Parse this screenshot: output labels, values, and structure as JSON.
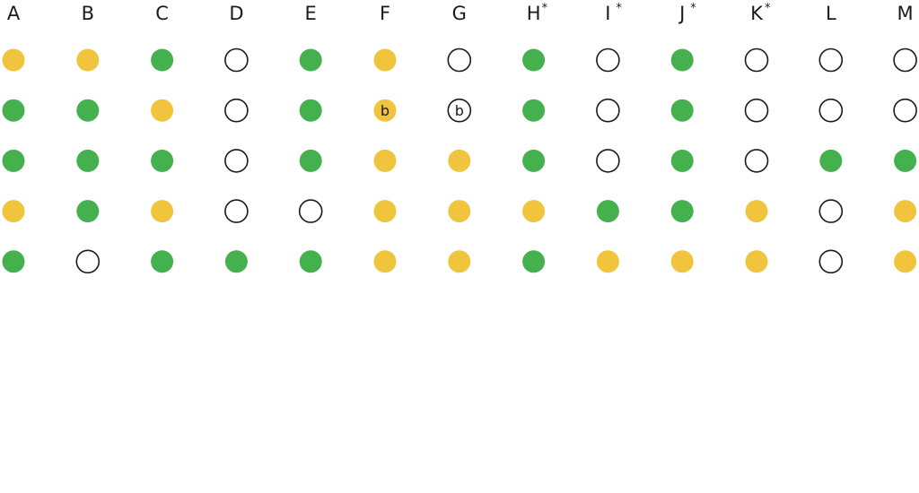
{
  "chart_data": {
    "type": "table",
    "columns": [
      {
        "label": "A",
        "mark": ""
      },
      {
        "label": "B",
        "mark": ""
      },
      {
        "label": "C",
        "mark": ""
      },
      {
        "label": "D",
        "mark": ""
      },
      {
        "label": "E",
        "mark": ""
      },
      {
        "label": "F",
        "mark": ""
      },
      {
        "label": "G",
        "mark": ""
      },
      {
        "label": "H",
        "mark": "*"
      },
      {
        "label": "I",
        "mark": "*"
      },
      {
        "label": "J",
        "mark": "*"
      },
      {
        "label": "K",
        "mark": "*"
      },
      {
        "label": "L",
        "mark": ""
      },
      {
        "label": "M",
        "mark": ""
      }
    ],
    "rows": [
      [
        {
          "status": "yellow",
          "note": ""
        },
        {
          "status": "yellow",
          "note": ""
        },
        {
          "status": "green",
          "note": ""
        },
        {
          "status": "empty",
          "note": ""
        },
        {
          "status": "green",
          "note": ""
        },
        {
          "status": "yellow",
          "note": ""
        },
        {
          "status": "empty",
          "note": ""
        },
        {
          "status": "green",
          "note": ""
        },
        {
          "status": "empty",
          "note": ""
        },
        {
          "status": "green",
          "note": ""
        },
        {
          "status": "empty",
          "note": ""
        },
        {
          "status": "empty",
          "note": ""
        },
        {
          "status": "empty",
          "note": ""
        }
      ],
      [
        {
          "status": "green",
          "note": ""
        },
        {
          "status": "green",
          "note": ""
        },
        {
          "status": "yellow",
          "note": ""
        },
        {
          "status": "empty",
          "note": ""
        },
        {
          "status": "green",
          "note": ""
        },
        {
          "status": "yellow",
          "note": "b"
        },
        {
          "status": "empty",
          "note": "b"
        },
        {
          "status": "green",
          "note": ""
        },
        {
          "status": "empty",
          "note": ""
        },
        {
          "status": "green",
          "note": ""
        },
        {
          "status": "empty",
          "note": ""
        },
        {
          "status": "empty",
          "note": ""
        },
        {
          "status": "empty",
          "note": ""
        }
      ],
      [
        {
          "status": "green",
          "note": ""
        },
        {
          "status": "green",
          "note": ""
        },
        {
          "status": "green",
          "note": ""
        },
        {
          "status": "empty",
          "note": ""
        },
        {
          "status": "green",
          "note": ""
        },
        {
          "status": "yellow",
          "note": ""
        },
        {
          "status": "yellow",
          "note": ""
        },
        {
          "status": "green",
          "note": ""
        },
        {
          "status": "empty",
          "note": ""
        },
        {
          "status": "green",
          "note": ""
        },
        {
          "status": "empty",
          "note": ""
        },
        {
          "status": "green",
          "note": ""
        },
        {
          "status": "green",
          "note": ""
        }
      ],
      [
        {
          "status": "yellow",
          "note": ""
        },
        {
          "status": "green",
          "note": ""
        },
        {
          "status": "yellow",
          "note": ""
        },
        {
          "status": "empty",
          "note": ""
        },
        {
          "status": "empty",
          "note": ""
        },
        {
          "status": "yellow",
          "note": ""
        },
        {
          "status": "yellow",
          "note": ""
        },
        {
          "status": "yellow",
          "note": ""
        },
        {
          "status": "green",
          "note": ""
        },
        {
          "status": "green",
          "note": ""
        },
        {
          "status": "yellow",
          "note": ""
        },
        {
          "status": "empty",
          "note": ""
        },
        {
          "status": "yellow",
          "note": ""
        }
      ],
      [
        {
          "status": "green",
          "note": ""
        },
        {
          "status": "empty",
          "note": ""
        },
        {
          "status": "green",
          "note": ""
        },
        {
          "status": "green",
          "note": ""
        },
        {
          "status": "green",
          "note": ""
        },
        {
          "status": "yellow",
          "note": ""
        },
        {
          "status": "yellow",
          "note": ""
        },
        {
          "status": "green",
          "note": ""
        },
        {
          "status": "yellow",
          "note": ""
        },
        {
          "status": "yellow",
          "note": ""
        },
        {
          "status": "yellow",
          "note": ""
        },
        {
          "status": "empty",
          "note": ""
        },
        {
          "status": "yellow",
          "note": ""
        }
      ]
    ],
    "colors": {
      "green": "#44b04e",
      "yellow": "#f0c43c",
      "empty": "#ffffff",
      "outline": "#1a1a1a"
    }
  }
}
